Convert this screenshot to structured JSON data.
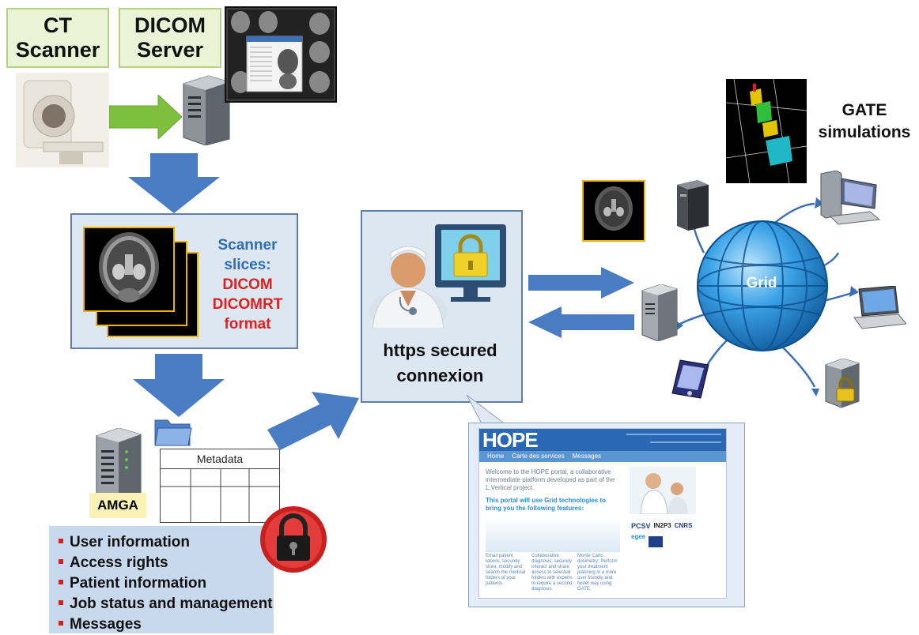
{
  "sources": {
    "ct_label": [
      "CT",
      "Scanner"
    ],
    "dicom_label": [
      "DICOM",
      "Server"
    ]
  },
  "scanner_panel": {
    "lines": [
      {
        "text": "Scanner",
        "color": "#2e6db5"
      },
      {
        "text": "slices:",
        "color": "#2e6db5"
      },
      {
        "text": "DICOM",
        "color": "#e02020"
      },
      {
        "text": "DICOMRT",
        "color": "#e02020"
      },
      {
        "text": "format",
        "color": "#e02020"
      }
    ]
  },
  "amga": {
    "label": "AMGA",
    "metadata_label": "Metadata",
    "items": [
      "User information",
      "Access rights",
      "Patient information",
      "Job status and management",
      "Messages"
    ]
  },
  "connexion": {
    "lines": [
      "https secured",
      "connexion"
    ]
  },
  "grid": {
    "label": "Grid",
    "gate_label": [
      "GATE",
      "simulations"
    ]
  },
  "portal": {
    "logo": "HOPE",
    "tabs": [
      "Home",
      "Carte des services",
      "Messages"
    ],
    "welcome": "Welcome to the HOPE portal, a collaborative intermediate platform developed as part of the L.Vertical project.",
    "intro": "This portal will use Grid technologies to bring you the following features:",
    "features": [
      "Email patient tokens, securely store, modify and search the medical folders of your patients.",
      "Collaborative diagnosis: securely interact and share access to selected folders with experts to require a second diagnosis.",
      "Monte Carlo dosimetry: Perform your treatment planning in a more user friendly and faster way using GATE."
    ],
    "logos": [
      "PCSV",
      "IN2P3",
      "CNRS",
      "egee"
    ]
  },
  "colors": {
    "arrow_blue": "#4a7cc4",
    "arrow_green": "#7fbf3f",
    "panel_fill": "#dde7f2",
    "panel_border": "#5d7ea6",
    "bullet_red": "#d6201c",
    "scanner_blue": "#2e6db5",
    "format_red": "#e02020",
    "amga_yellow": "#fbf2b5",
    "globe_blue": "#2a8fd6"
  },
  "icons": [
    "ct-scanner-icon",
    "server-icon",
    "dicom-viewer-screenshot",
    "folder-icon",
    "lock-icon",
    "doctor-icon",
    "monitor-lock-icon",
    "globe-icon",
    "desktop-computer-icon",
    "laptop-icon",
    "pda-icon",
    "tower-server-icon",
    "locked-server-icon"
  ]
}
